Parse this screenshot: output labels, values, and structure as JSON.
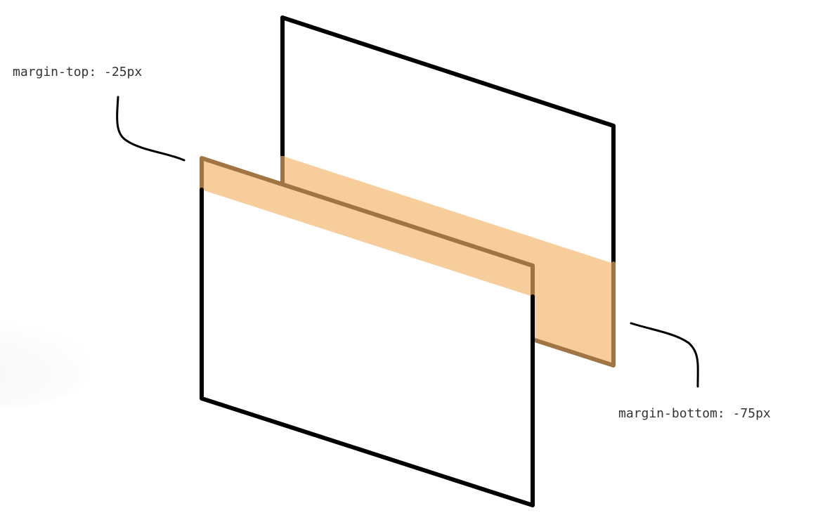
{
  "diagram": {
    "title": "",
    "labels": {
      "top": "margin-top: -25px",
      "bottom": "margin-bottom: -75px"
    },
    "colors": {
      "outline": "#000000",
      "margin_fill": "#f6cd9b",
      "margin_stroke": "#a07443",
      "background": "#ffffff",
      "label_text": "#333333"
    },
    "shapes": [
      {
        "name": "back-box",
        "description": "Rear element outline (parallelogram in isometric view)"
      },
      {
        "name": "front-box",
        "description": "Front element outline (parallelogram in isometric view)"
      },
      {
        "name": "front-box-top-margin",
        "description": "Negative top margin band of front element, -25px"
      },
      {
        "name": "back-box-bottom-margin",
        "description": "Negative bottom margin band of back element, -75px"
      }
    ]
  }
}
